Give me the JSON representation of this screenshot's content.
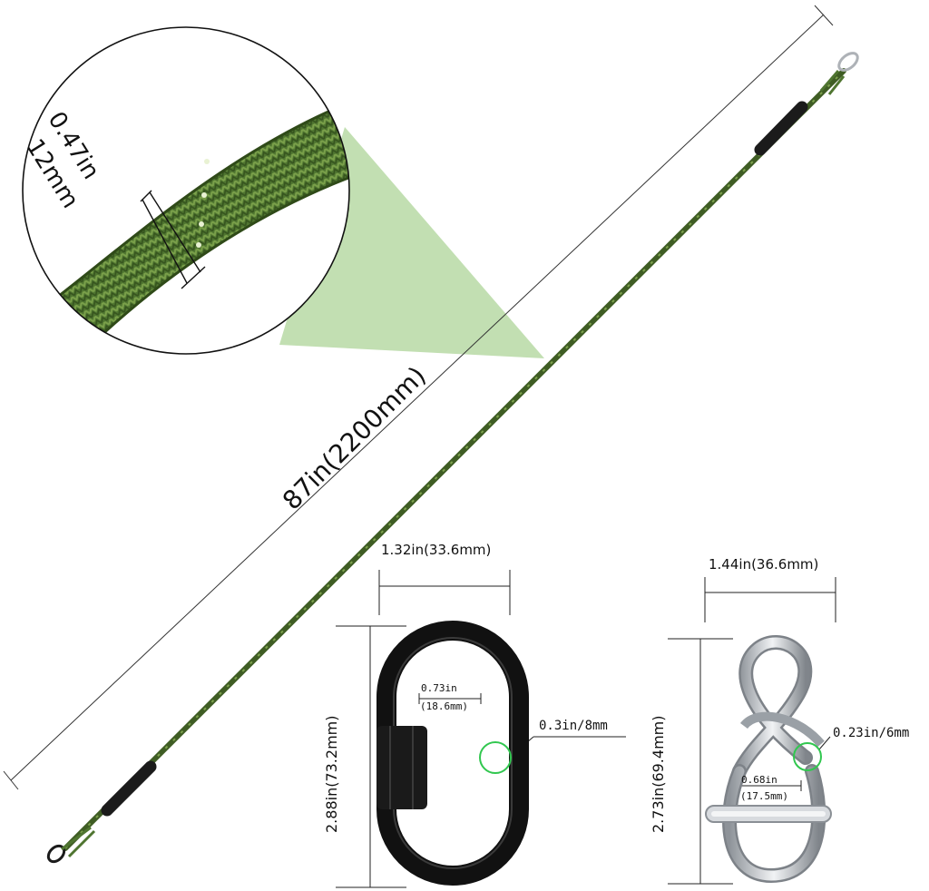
{
  "colors": {
    "rope": "#5a7d32",
    "rope_dark": "#3f5d24",
    "rope_fleck": "#d9e7a3",
    "callout_fill": "#b7d9a5",
    "ring_green": "#31c74f",
    "link_black": "#151515",
    "steel": "#c9ccd1"
  },
  "icons": {
    "zoom_circle": "zoom-magnifier-circle",
    "rope": "braided-rope",
    "quick_link": "quick-link-carabiner",
    "figure_eight_hook": "figure-eight-snap-hook"
  },
  "rope": {
    "diameter_in": "0.47in",
    "diameter_mm": "12mm",
    "length": "87in(2200mm)"
  },
  "quick_link": {
    "width": "1.32in(33.6mm)",
    "height": "2.88in(73.2mm)",
    "inner_width_in": "0.73in",
    "inner_width_mm": "(18.6mm)",
    "wire": "0.3in/8mm"
  },
  "snap_hook": {
    "width": "1.44in(36.6mm)",
    "height": "2.73in(69.4mm)",
    "inner_width_in": "0.68in",
    "inner_width_mm": "(17.5mm)",
    "wire": "0.23in/6mm"
  }
}
